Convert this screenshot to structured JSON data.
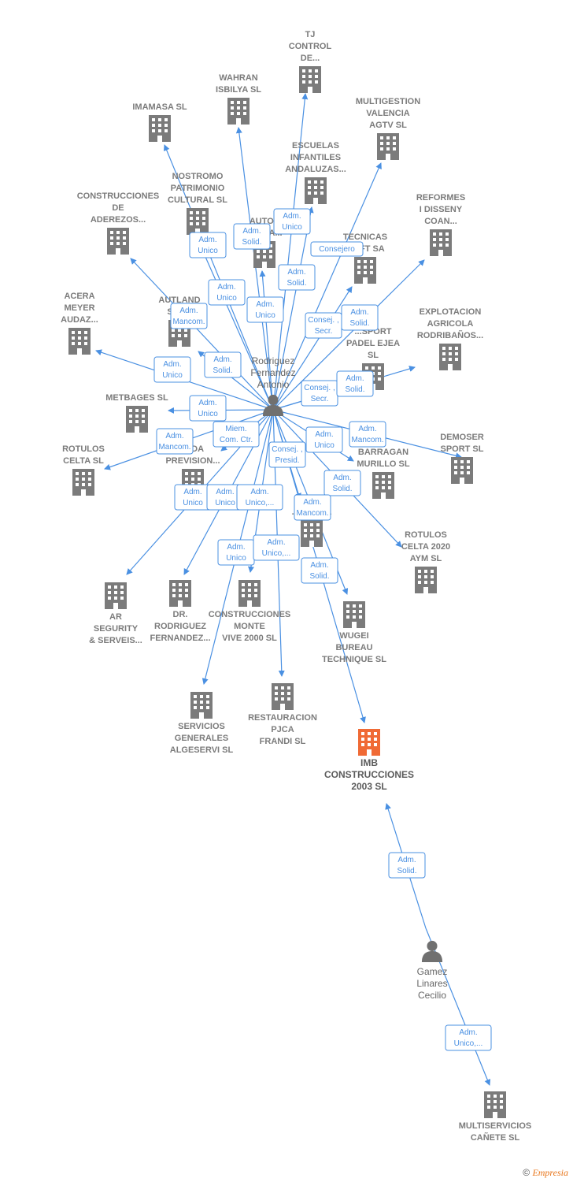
{
  "colors": {
    "edge": "#4a90e2",
    "building": "#7b7b7b",
    "highlight": "#f06a35",
    "person": "#707070"
  },
  "people": [
    {
      "id": "p1",
      "lines": [
        "Rodriguez",
        "Fernandez",
        "Antonio"
      ]
    },
    {
      "id": "p2",
      "lines": [
        "Gamez",
        "Linares",
        "Cecilio"
      ]
    }
  ],
  "companies": [
    {
      "id": "c1",
      "lines": [
        "TJ",
        "CONTROL",
        "DE..."
      ]
    },
    {
      "id": "c2",
      "lines": [
        "WAHRAN",
        "ISBILYA SL"
      ]
    },
    {
      "id": "c3",
      "lines": [
        "IMAMASA  SL"
      ]
    },
    {
      "id": "c4",
      "lines": [
        "MULTIGESTION",
        "VALENCIA",
        "AGTV SL"
      ]
    },
    {
      "id": "c5",
      "lines": [
        "ESCUELAS",
        "INFANTILES",
        "ANDALUZAS..."
      ]
    },
    {
      "id": "c6",
      "lines": [
        "NOSTROMO",
        "PATRIMONIO",
        "CULTURAL  SL"
      ]
    },
    {
      "id": "c7",
      "lines": [
        "CONSTRUCCIONES",
        "DE",
        "ADEREZOS..."
      ]
    },
    {
      "id": "c8",
      "lines": [
        "AUTOS",
        "MARIA..."
      ]
    },
    {
      "id": "c9",
      "lines": [
        "REFORMES",
        "I DISSENY",
        "COAN..."
      ]
    },
    {
      "id": "c10",
      "lines": [
        "TECNICAS",
        "...OFT SA"
      ]
    },
    {
      "id": "c11",
      "lines": [
        "ACERA",
        "MEYER",
        "AUDAZ..."
      ]
    },
    {
      "id": "c12",
      "lines": [
        "AUTLAND",
        "SYS..."
      ]
    },
    {
      "id": "c13",
      "lines": [
        "...SPORT",
        "PADEL EJEA",
        "SL"
      ]
    },
    {
      "id": "c14",
      "lines": [
        "EXPLOTACION",
        "AGRICOLA",
        "RODRIBAÑOS..."
      ]
    },
    {
      "id": "c15",
      "lines": [
        "METBAGES  SL"
      ]
    },
    {
      "id": "c16",
      "lines": [
        "ROTULOS",
        "CELTA  SL"
      ]
    },
    {
      "id": "c17",
      "lines": [
        "...IDA",
        "PREVISION..."
      ]
    },
    {
      "id": "c18",
      "lines": [
        "BARRAGAN",
        "MURILLO SL"
      ]
    },
    {
      "id": "c19",
      "lines": [
        "DEMOSER",
        "SPORT SL"
      ]
    },
    {
      "id": "c20",
      "lines": [
        "...BE...  SL"
      ]
    },
    {
      "id": "c21",
      "lines": [
        "ROTULOS",
        "CELTA 2020",
        "AYM  SL"
      ]
    },
    {
      "id": "c22",
      "lines": [
        "AR",
        "SEGURITY",
        "& SERVEIS..."
      ]
    },
    {
      "id": "c23",
      "lines": [
        "DR.",
        "RODRIGUEZ",
        "FERNANDEZ..."
      ]
    },
    {
      "id": "c24",
      "lines": [
        "CONSTRUCCIONES",
        "MONTE",
        "VIVE 2000 SL"
      ]
    },
    {
      "id": "c25",
      "lines": [
        "WUGEI",
        "BUREAU",
        "TECHNIQUE SL"
      ]
    },
    {
      "id": "c26",
      "lines": [
        "SERVICIOS",
        "GENERALES",
        "ALGESERVI  SL"
      ]
    },
    {
      "id": "c27",
      "lines": [
        "RESTAURACION",
        "PJCA",
        "FRANDI  SL"
      ]
    },
    {
      "id": "c28",
      "lines": [
        "IMB",
        "CONSTRUCCIONES",
        "2003  SL"
      ],
      "highlight": true
    },
    {
      "id": "c29",
      "lines": [
        "MULTISERVICIOS",
        "CAÑETE  SL"
      ]
    }
  ],
  "relations": [
    {
      "from": "p1",
      "to": "c1",
      "lines": [
        "Adm.",
        "Unico"
      ]
    },
    {
      "from": "p1",
      "to": "c2",
      "lines": [
        "Adm.",
        "Solid."
      ]
    },
    {
      "from": "p1",
      "to": "c3",
      "lines": [
        "Adm.",
        "Unico"
      ]
    },
    {
      "from": "p1",
      "to": "c4",
      "lines": [
        "Consejero"
      ]
    },
    {
      "from": "p1",
      "to": "c5",
      "lines": [
        "Adm.",
        "Solid."
      ]
    },
    {
      "from": "p1",
      "to": "c6",
      "lines": [
        "Adm.",
        "Unico"
      ]
    },
    {
      "from": "p1",
      "to": "c7",
      "lines": [
        "Adm.",
        "Mancom."
      ]
    },
    {
      "from": "p1",
      "to": "c8",
      "lines": [
        "Adm.",
        "Unico"
      ]
    },
    {
      "from": "p1",
      "to": "c9",
      "lines": [
        "Adm.",
        "Solid."
      ]
    },
    {
      "from": "p1",
      "to": "c10",
      "lines": [
        "Consej. ,",
        "Secr."
      ]
    },
    {
      "from": "p1",
      "to": "c11",
      "lines": [
        "Adm.",
        "Unico"
      ]
    },
    {
      "from": "p1",
      "to": "c12",
      "lines": [
        "Adm.",
        "Solid."
      ]
    },
    {
      "from": "p1",
      "to": "c13",
      "lines": [
        "Consej. ,",
        "Secr."
      ]
    },
    {
      "from": "p1",
      "to": "c14",
      "lines": [
        "Adm.",
        "Solid."
      ]
    },
    {
      "from": "p1",
      "to": "c15",
      "lines": [
        "Adm.",
        "Unico"
      ]
    },
    {
      "from": "p1",
      "to": "c16",
      "lines": [
        "Adm.",
        "Mancom."
      ]
    },
    {
      "from": "p1",
      "to": "c17",
      "lines": [
        "Miem.",
        "Com. Ctr."
      ]
    },
    {
      "from": "p1",
      "to": "c18",
      "lines": [
        "Adm.",
        "Unico"
      ]
    },
    {
      "from": "p1",
      "to": "c19",
      "lines": [
        "Adm.",
        "Mancom."
      ]
    },
    {
      "from": "p1",
      "to": "c20",
      "lines": [
        "Consej. ,",
        "Presid."
      ]
    },
    {
      "from": "p1",
      "to": "c21",
      "lines": [
        "Adm.",
        "Solid."
      ]
    },
    {
      "from": "p1",
      "to": "c22",
      "lines": [
        "Adm.",
        "Unico"
      ]
    },
    {
      "from": "p1",
      "to": "c23",
      "lines": [
        "Adm.",
        "Unico"
      ]
    },
    {
      "from": "p1",
      "to": "c24",
      "lines": [
        "Adm.",
        "Unico,..."
      ]
    },
    {
      "from": "p1",
      "to": "c25",
      "lines": [
        "Adm.",
        "Mancom."
      ]
    },
    {
      "from": "p1",
      "to": "c26",
      "lines": [
        "Adm.",
        "Unico"
      ]
    },
    {
      "from": "p1",
      "to": "c27",
      "lines": [
        "Adm.",
        "Unico,..."
      ]
    },
    {
      "from": "p1",
      "to": "c28",
      "lines": [
        "Adm.",
        "Solid."
      ]
    },
    {
      "from": "p2",
      "to": "c28",
      "lines": [
        "Adm.",
        "Solid."
      ]
    },
    {
      "from": "p2",
      "to": "c29",
      "lines": [
        "Adm.",
        "Unico,..."
      ]
    }
  ],
  "footer": {
    "copyright": "©",
    "brand": "Empresia"
  }
}
